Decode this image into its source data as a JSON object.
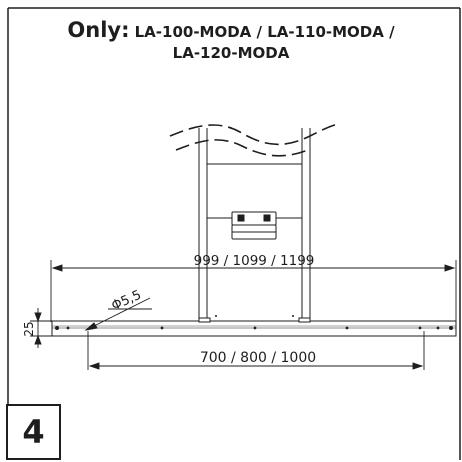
{
  "title": {
    "prefix": "Only:",
    "models_line1": "LA-100-MODA / LA-110-MODA /",
    "models_line2": "LA-120-MODA"
  },
  "dimensions": {
    "overall_length": "999 / 1099 / 1199",
    "inner_length": "700 / 800 / 1000",
    "height": "25",
    "hole_diameter": "Φ5,5"
  },
  "step": {
    "number": "4"
  }
}
